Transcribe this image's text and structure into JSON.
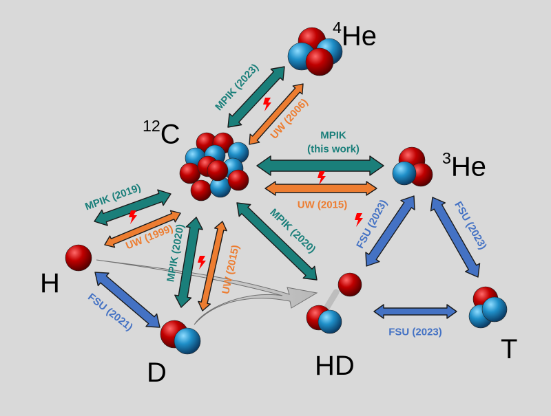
{
  "nuclei": {
    "he4": {
      "sup": "4",
      "base": "He"
    },
    "c12": {
      "sup": "12",
      "base": "C"
    },
    "he3": {
      "sup": "3",
      "base": "He"
    },
    "h": {
      "base": "H"
    },
    "d": {
      "base": "D"
    },
    "hd": {
      "base": "HD"
    },
    "t": {
      "base": "T"
    }
  },
  "measurements": {
    "mpik_c_he4": "MPIK (2023)",
    "uw_c_he4": "UW (2006)",
    "mpik_c_he3_line1": "MPIK",
    "mpik_c_he3_line2": "(this work)",
    "uw_c_he3": "UW (2015)",
    "mpik_c_h": "MPIK (2019)",
    "uw_c_h": "UW (1999)",
    "mpik_c_d": "MPIK (2020)",
    "uw_c_d": "UW (2015)",
    "mpik_c_hd": "MPIK (2020)",
    "fsu_h_d": "FSU (2021)",
    "fsu_hd_he3": "FSU (2023)",
    "fsu_he3_t": "FSU (2023)",
    "fsu_hd_t": "FSU (2023)"
  },
  "colors": {
    "background": "#d9d9d9",
    "mpik": "#1a7f7a",
    "uw": "#ed7d31",
    "fsu": "#4472c4",
    "proton": "#c00000",
    "neutron": "#1f8fc8",
    "lightning": "#ff0000"
  }
}
